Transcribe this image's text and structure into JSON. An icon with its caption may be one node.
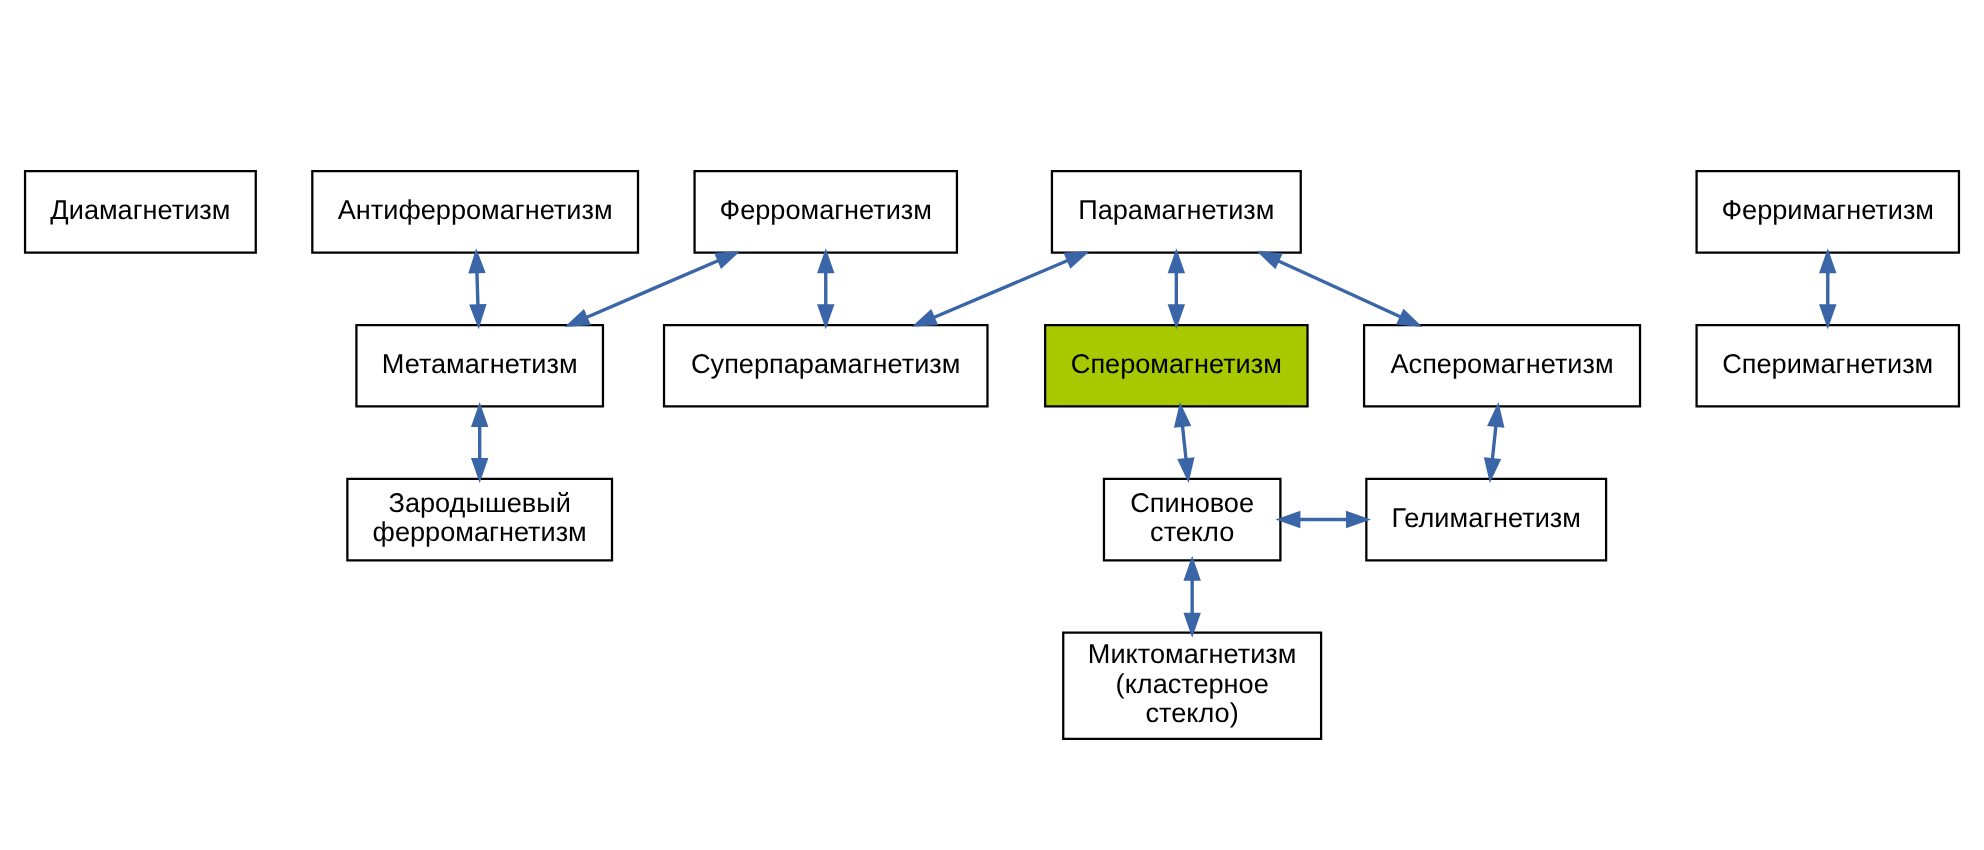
{
  "diagram": {
    "nodes": [
      {
        "text": [
          "Диамагнетизм"
        ]
      },
      {
        "text": [
          "Ферромагнетизм"
        ]
      },
      {
        "text": [
          "Антиферромагнетизм"
        ]
      },
      {
        "text": [
          "Парамагнетизм"
        ]
      },
      {
        "text": [
          "Ферримагнетизм"
        ]
      },
      {
        "text": [
          "Сперимагнетизм"
        ]
      },
      {
        "text": [
          "Метамагнетизм"
        ]
      },
      {
        "text": [
          "Суперпарамагнетизм"
        ]
      },
      {
        "text": [
          "Сперомагнетизм"
        ]
      },
      {
        "text": [
          "Асперомагнетизм"
        ]
      },
      {
        "text": [
          "Зародышевый ферромагнетизм"
        ]
      },
      {
        "text": [
          "Спиновое стекло"
        ]
      },
      {
        "text": [
          "Гелимагнетизм"
        ]
      },
      {
        "text": [
          "Миктомагнетизм (кластерное стекло)"
        ]
      }
    ],
    "edges": [
      {
        "from": 1,
        "to": 6,
        "arrow": "both"
      },
      {
        "from": 1,
        "to": 7,
        "arrow": "both"
      },
      {
        "from": 2,
        "to": 6,
        "arrow": "both"
      },
      {
        "from": 3,
        "to": 7,
        "arrow": "both"
      },
      {
        "from": 3,
        "to": 8,
        "arrow": "both"
      },
      {
        "from": 3,
        "to": 9,
        "arrow": "both"
      },
      {
        "from": 4,
        "to": 5,
        "arrow": "both"
      },
      {
        "from": 6,
        "to": 10,
        "arrow": "both"
      },
      {
        "from": 8,
        "to": 11,
        "arrow": "both"
      },
      {
        "from": 9,
        "to": 12,
        "arrow": "both"
      },
      {
        "from": 11,
        "to": 12,
        "arrow": "both"
      },
      {
        "from": 11,
        "to": 13,
        "arrow": "both"
      }
    ]
  }
}
